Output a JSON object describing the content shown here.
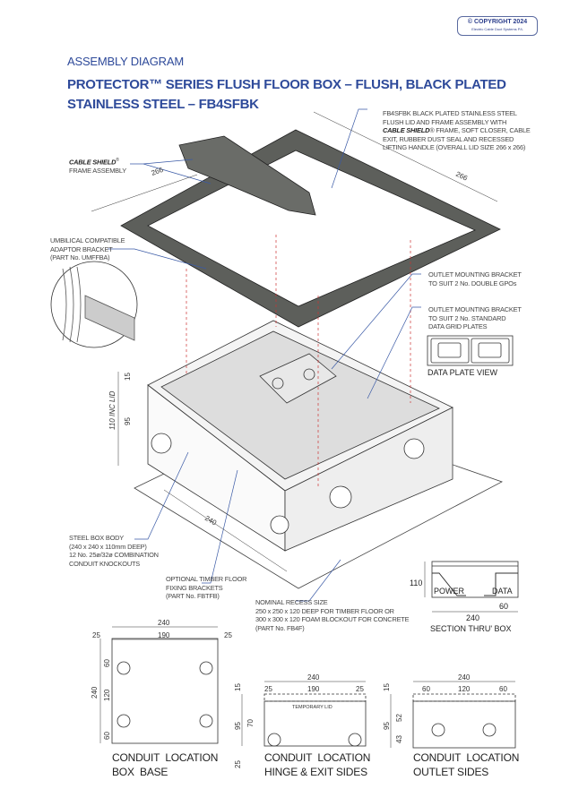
{
  "copyright": {
    "title": "© COPYRIGHT 2024",
    "owner": "Electric Cable Duct Systems P/L"
  },
  "header": {
    "section": "ASSEMBLY DIAGRAM",
    "title": "PROTECTOR™ SERIES FLUSH FLOOR BOX – FLUSH, BLACK PLATED STAINLESS STEEL – FB4SFBK"
  },
  "callouts": {
    "lid": {
      "lines": [
        "FB4SFBK BLACK PLATED STAINLESS STEEL",
        "FLUSH LID AND FRAME ASSEMBLY WITH"
      ],
      "brand": "CABLE SHIELD",
      "line3_rest": "® FRAME, SOFT CLOSER, CABLE",
      "lines2": [
        "EXIT, RUBBER DUST SEAL AND RECESSED",
        "LIFTING HANDLE (OVERALL LID SIZE 266 x 266)"
      ]
    },
    "frame": {
      "brand": "CABLE SHIELD",
      "reg": "®",
      "line2": "FRAME ASSEMBLY"
    },
    "umbilical": {
      "lines": [
        "UMBILICAL COMPATIBLE",
        "ADAPTOR BRACKET",
        "(PART No. UMFFBA)"
      ]
    },
    "gpo_bracket": {
      "lines": [
        "OUTLET MOUNTING BRACKET",
        "TO SUIT 2 No. DOUBLE GPOs"
      ]
    },
    "data_bracket": {
      "lines": [
        "OUTLET MOUNTING BRACKET",
        "TO SUIT 2 No. STANDARD",
        "DATA GRID PLATES"
      ]
    },
    "data_plate_view": "DATA PLATE VIEW",
    "steel_box": {
      "lines": [
        "STEEL BOX BODY",
        "(240 x 240 x 110mm DEEP)",
        "12 No. 25ø/32ø COMBINATION",
        "CONDUIT KNOCKOUTS"
      ]
    },
    "timber": {
      "lines": [
        "OPTIONAL TIMBER FLOOR",
        "FIXING BRACKETS",
        "(PART No. FBTFB)"
      ]
    },
    "recess": {
      "lines": [
        "NOMINAL RECESS SIZE",
        "250 x 250 x 120 DEEP FOR TIMBER FLOOR OR",
        "300 x 300 x 120 FOAM BLOCKOUT FOR CONCRETE",
        "(PART No. FB4F)"
      ]
    }
  },
  "iso_dims": {
    "lid_a": "266",
    "lid_b": "266",
    "height": "110 INC LID",
    "lid_h": "15",
    "body_h": "95",
    "width": "240"
  },
  "section": {
    "height": "110",
    "power": "POWER",
    "data": "DATA",
    "width": "240",
    "data_w": "60",
    "caption": "SECTION THRU' BOX"
  },
  "base": {
    "w": "240",
    "d1": "25",
    "d2": "190",
    "d3": "25",
    "h": "240",
    "v1": "60",
    "v2": "120",
    "v3": "60",
    "cap1": "CONDUIT  LOCATION",
    "cap2": "BOX  BASE"
  },
  "hinge": {
    "w": "240",
    "d1": "25",
    "d2": "190",
    "d3": "25",
    "lid": "15",
    "body": "95",
    "v70": "70",
    "v25": "25",
    "temp": "TEMPORARY LID",
    "cap1": "CONDUIT  LOCATION",
    "cap2": "HINGE & EXIT SIDES"
  },
  "outlet": {
    "w": "240",
    "d1": "60",
    "d2": "120",
    "d3": "60",
    "lid": "15",
    "body": "95",
    "v52": "52",
    "v43": "43",
    "cap1": "CONDUIT  LOCATION",
    "cap2": "OUTLET SIDES"
  }
}
